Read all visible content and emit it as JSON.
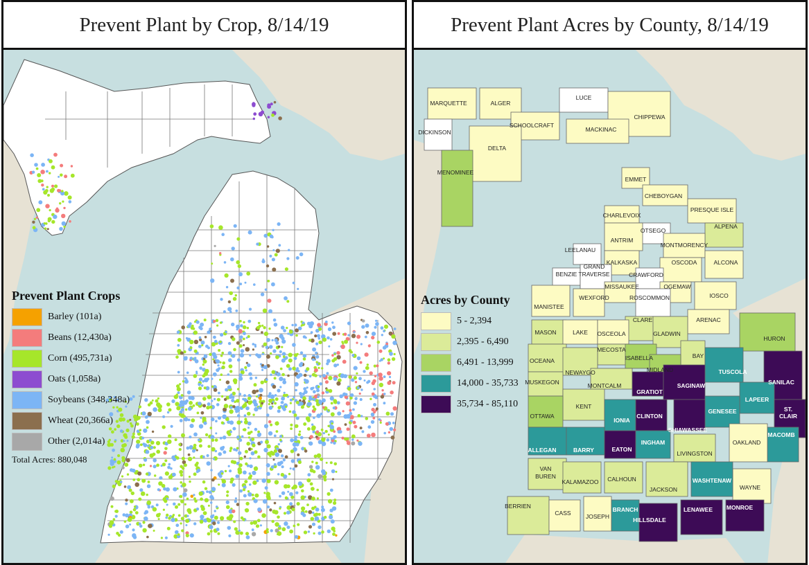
{
  "left_panel": {
    "title": "Prevent Plant by Crop, 8/14/19",
    "legend_title": "Prevent Plant Crops",
    "legend_items": [
      {
        "label": "Barley (101a)",
        "color": "#f5a100"
      },
      {
        "label": "Beans (12,430a)",
        "color": "#f47c7c"
      },
      {
        "label": "Corn (495,731a)",
        "color": "#a6e62a"
      },
      {
        "label": "Oats (1,058a)",
        "color": "#8d4cd0"
      },
      {
        "label": "Soybeans (348,348a)",
        "color": "#7cb5f5"
      },
      {
        "label": "Wheat (20,366a)",
        "color": "#8b6f4e"
      },
      {
        "label": "Other (2,014a)",
        "color": "#a8a8a8"
      }
    ],
    "total": "Total Acres: 880,048"
  },
  "right_panel": {
    "title": "Prevent Plant Acres by County, 8/14/19",
    "legend_title": "Acres by County",
    "legend_items": [
      {
        "label": "5 - 2,394",
        "color": "#fdfbc3"
      },
      {
        "label": "2,395 - 6,490",
        "color": "#dbeb99"
      },
      {
        "label": "6,491 - 13,999",
        "color": "#a9d463"
      },
      {
        "label": "14,000 - 35,733",
        "color": "#2c9a9a"
      },
      {
        "label": "35,734 - 85,110",
        "color": "#3d0b56"
      }
    ],
    "counties": {
      "marquette": "MARQUETTE",
      "alger": "ALGER",
      "luce": "LUCE",
      "schoolcraft": "SCHOOLCRAFT",
      "chippewa": "CHIPPEWA",
      "dickinson": "DICKINSON",
      "mackinac": "MACKINAC",
      "delta": "DELTA",
      "menominee": "MENOMINEE",
      "emmet": "EMMET",
      "cheboygan": "CHEBOYGAN",
      "presque_isle": "PRESQUE ISLE",
      "charlevoix": "CHARLEVOIX",
      "otsego": "OTSEGO",
      "alpena": "ALPENA",
      "antrim": "ANTRIM",
      "montmorency": "MONTMORENCY",
      "leelanau": "LEELANAU",
      "kalkaska": "KALKASKA",
      "oscoda": "OSCODA",
      "alcona": "ALCONA",
      "benzie": "BENZIE",
      "grand": "GRAND",
      "traverse": "TRAVERSE",
      "crawford": "CRAWFORD",
      "missaukee": "MISSAUKEE",
      "ogemaw": "OGEMAW",
      "manistee": "MANISTEE",
      "wexford": "WEXFORD",
      "roscommon": "ROSCOMMON",
      "iosco": "IOSCO",
      "clare": "CLARE",
      "arenac": "ARENAC",
      "mason": "MASON",
      "lake": "LAKE",
      "osceola": "OSCEOLA",
      "gladwin": "GLADWIN",
      "huron": "HURON",
      "mecosta": "MECOSTA",
      "isabella": "ISABELLA",
      "bay": "BAY",
      "oceana": "OCEANA",
      "newaygo": "NEWAYGO",
      "midland": "MIDLAND",
      "tuscola": "TUSCOLA",
      "sanilac": "SANILAC",
      "muskegon": "MUSKEGON",
      "montcalm": "MONTCALM",
      "gratiot": "GRATIOT",
      "saginaw": "SAGINAW",
      "kent": "KENT",
      "lapeer": "LAPEER",
      "st": "ST.",
      "clair": "CLAIR",
      "ottawa": "OTTAWA",
      "ionia": "IONIA",
      "clinton": "CLINTON",
      "genesee": "GENESEE",
      "shiawassee": "SHIAWASSEE",
      "macomb": "MACOMB",
      "oakland": "OAKLAND",
      "allegan": "ALLEGAN",
      "barry": "BARRY",
      "eaton": "EATON",
      "ingham": "INGHAM",
      "livingston": "LIVINGSTON",
      "van": "VAN",
      "buren": "BUREN",
      "wayne": "WAYNE",
      "kalamazoo": "KALAMAZOO",
      "calhoun": "CALHOUN",
      "jackson": "JACKSON",
      "washtenaw": "WASHTENAW",
      "berrien": "BERRIEN",
      "cass": "CASS",
      "joseph": "JOSEPH",
      "branch": "BRANCH",
      "hillsdale": "HILLSDALE",
      "lenawee": "LENAWEE",
      "monroe": "MONROE"
    }
  },
  "colors": {
    "water": "#c7dfe0",
    "land": "#e7e2d4",
    "state": "#ffffff",
    "border": "#555555"
  }
}
